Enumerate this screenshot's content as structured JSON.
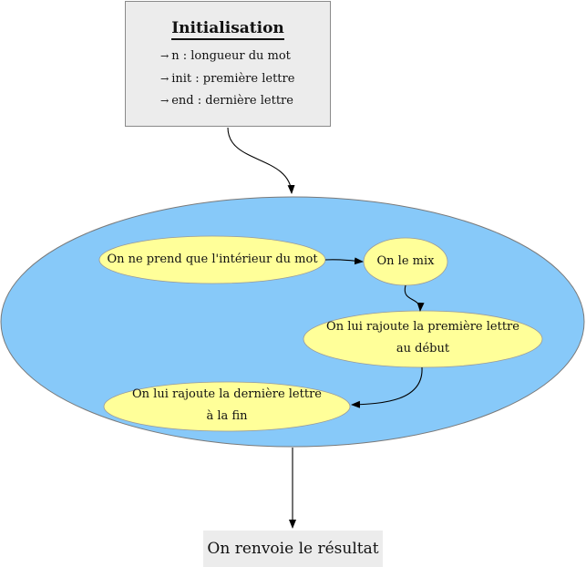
{
  "init": {
    "title": "Initialisation",
    "arrow_glyph": "→",
    "lines": [
      "n : longueur du mot",
      "init : première lettre",
      "end : dernière lettre"
    ]
  },
  "steps": {
    "interior": "On ne prend que l'intérieur du mot",
    "mix": "On le mix",
    "first_line1": "On lui rajoute la première lettre",
    "first_line2": "au début",
    "last_line1": "On lui rajoute la dernière lettre",
    "last_line2": "à la fin"
  },
  "result": "On renvoie le résultat",
  "colors": {
    "container_fill": "#87c9f9",
    "node_fill": "#ffff99",
    "box_fill": "#ececec"
  }
}
